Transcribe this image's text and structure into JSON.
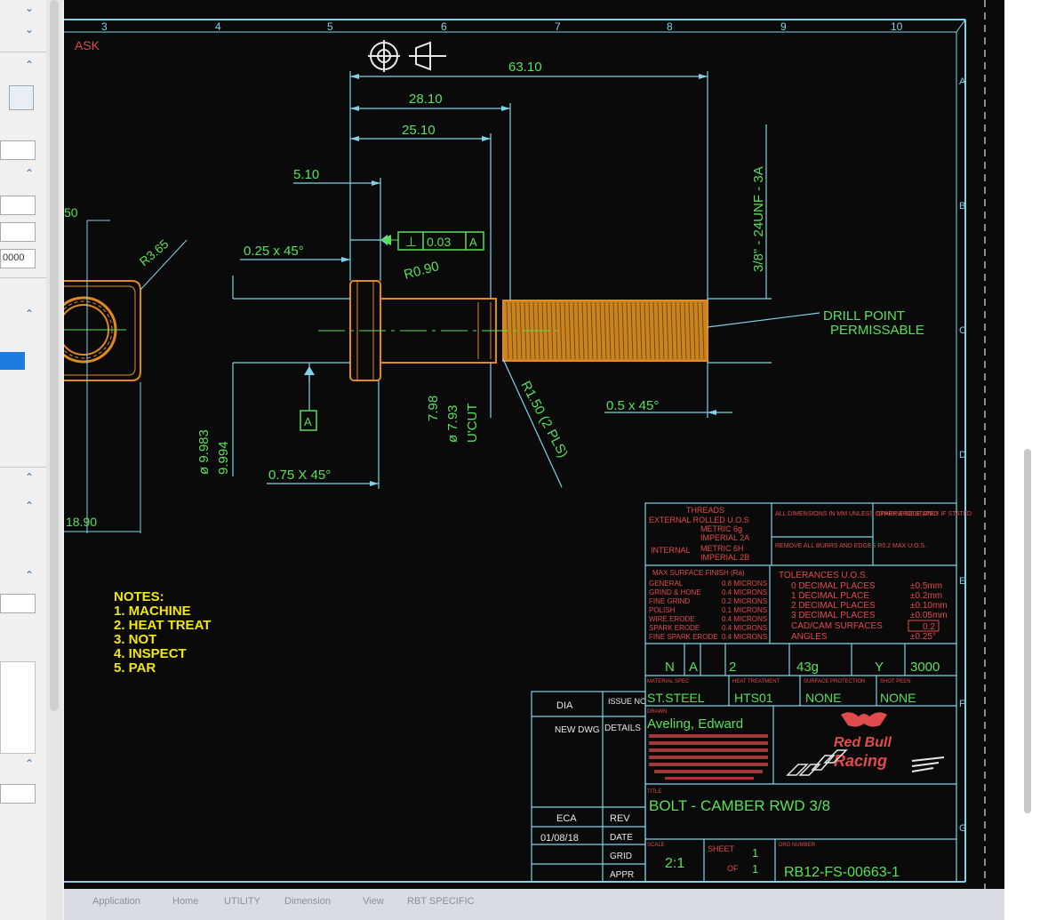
{
  "colors": {
    "canvas": "#0a0a0a",
    "frame": "#7fd3e6",
    "dimension": "#59e05a",
    "part": "#e08a1e",
    "thread": "#d9901f",
    "notes": "#f2e60f",
    "titleblock_text": "#e24b4b"
  },
  "sheet_label": "ASK",
  "zone_columns": [
    "3",
    "4",
    "5",
    "6",
    "7",
    "8",
    "9",
    "10"
  ],
  "zone_rows": [
    "A",
    "B",
    "C",
    "D",
    "E",
    "F",
    "G"
  ],
  "icons": [
    "concentricity-icon",
    "taper-icon"
  ],
  "dimensions": {
    "overall_length": "63.10",
    "d_28": "28.10",
    "d_25": "25.10",
    "d_5": "5.10",
    "chamfer_top": "0.25 x 45°",
    "gdt_symbol": "⊥",
    "gdt_tol": "0.03",
    "gdt_datum": "A",
    "fillet": "R0.90",
    "datum_a": "A",
    "head_dia_top": "ø 9.983",
    "head_dia_bottom": "9.994",
    "shank_dia_top": "7.98",
    "shank_dia_bottom": "ø 7.93",
    "undercut": "U'CUT",
    "undercut_radius": "R1.50 (2 PLS)",
    "chamfer_bottom": "0.75 X 45°",
    "tip_chamfer": "0.5 x 45°",
    "thread_spec": "3/8\" - 24UNF - 3A",
    "drill_point": "DRILL POINT",
    "drill_point_2": "PERMISSABLE",
    "washer_radius": "R3.65",
    "left_partial_top": "50",
    "left_partial_bottom": "18.90"
  },
  "notes": {
    "heading": "NOTES:",
    "items": [
      "1. MACHINE",
      "2. HEAT TREAT",
      "3. NOT",
      "4. INSPECT",
      "5. PAR"
    ]
  },
  "revision_table": {
    "col1_header": "DIA",
    "col2_header": "ISSUE NO",
    "new_dwg": "NEW DWG",
    "details": "DETAILS",
    "eca_label": "ECA",
    "rev_label": "REV",
    "date_value": "01/08/18",
    "date_label": "DATE",
    "grid_label": "GRID",
    "appr_label": "APPR"
  },
  "title_block": {
    "threads_header": "THREADS",
    "external_rolled": "EXTERNAL ROLLED U.O.S",
    "metric_ext": "METRIC 6g",
    "imperial_ext": "IMPERIAL 2A",
    "internal": "INTERNAL",
    "metric_int": "METRIC 6H",
    "imperial_int": "IMPERIAL 2B",
    "dims_note": "ALL DIMENSIONS IN MM UNLESS OTHERWISE STATED",
    "burrs_note": "REMOVE ALL BURRS AND EDGES R0.2 MAX U.O.S.",
    "spark_note": "SPARK ERODE ONLY IF STATED",
    "finish_header": "MAX SURFACE FINISH (Ra)",
    "finish_rows": [
      [
        "GENERAL",
        "0.8 MICRONS"
      ],
      [
        "GRIND & HONE",
        "0.4 MICRONS"
      ],
      [
        "FINE GRIND",
        "0.2 MICRONS"
      ],
      [
        "POLISH",
        "0.1 MICRONS"
      ],
      [
        "WIRE ERODE",
        "0.4 MICRONS"
      ],
      [
        "SPARK ERODE",
        "0.4 MICRONS"
      ],
      [
        "FINE SPARK ERODE",
        "0.4 MICRONS"
      ]
    ],
    "tol_header": "TOLERANCES U.O.S.",
    "tol_rows": [
      [
        "0 DECIMAL PLACES",
        "±0.5mm"
      ],
      [
        "1 DECIMAL PLACE",
        "±0.2mm"
      ],
      [
        "2 DECIMAL PLACES",
        "±0.10mm"
      ],
      [
        "3 DECIMAL PLACES",
        "±0.05mm"
      ],
      [
        "CAD/CAM SURFACES",
        "0.2"
      ],
      [
        "ANGLES",
        "±0.25°"
      ]
    ],
    "spec_values": [
      "N",
      "A",
      "2",
      "43g",
      "Y",
      "3000"
    ],
    "material_label": "MATERIAL SPEC",
    "material": "ST.STEEL",
    "heat_label": "HEAT TREATMENT",
    "heat": "HTS01",
    "surface_label": "SURFACE PROTECTION",
    "surface": "NONE",
    "peen_label": "SHOT PEEN",
    "peen": "NONE",
    "drawn_label": "DRAWN",
    "drawn_by": "Aveling, Edward",
    "title_label": "TITLE",
    "title": "BOLT - CAMBER RWD 3/8",
    "scale_label": "SCALE",
    "scale": "2:1",
    "sheet_label": "SHEET",
    "sheet": "1",
    "sheet_of_label": "OF",
    "sheet_of": "1",
    "drg_label": "DRG NUMBER",
    "drawing_number": "RB12-FS-00663-1",
    "brand": "Red Bull",
    "brand_sub": "Racing"
  },
  "ribbon_tabs": [
    "Application",
    "Home",
    "UTILITY",
    "Dimension",
    "View",
    "RBT SPECIFIC"
  ],
  "sidepanel": {
    "value_field": "0000"
  }
}
